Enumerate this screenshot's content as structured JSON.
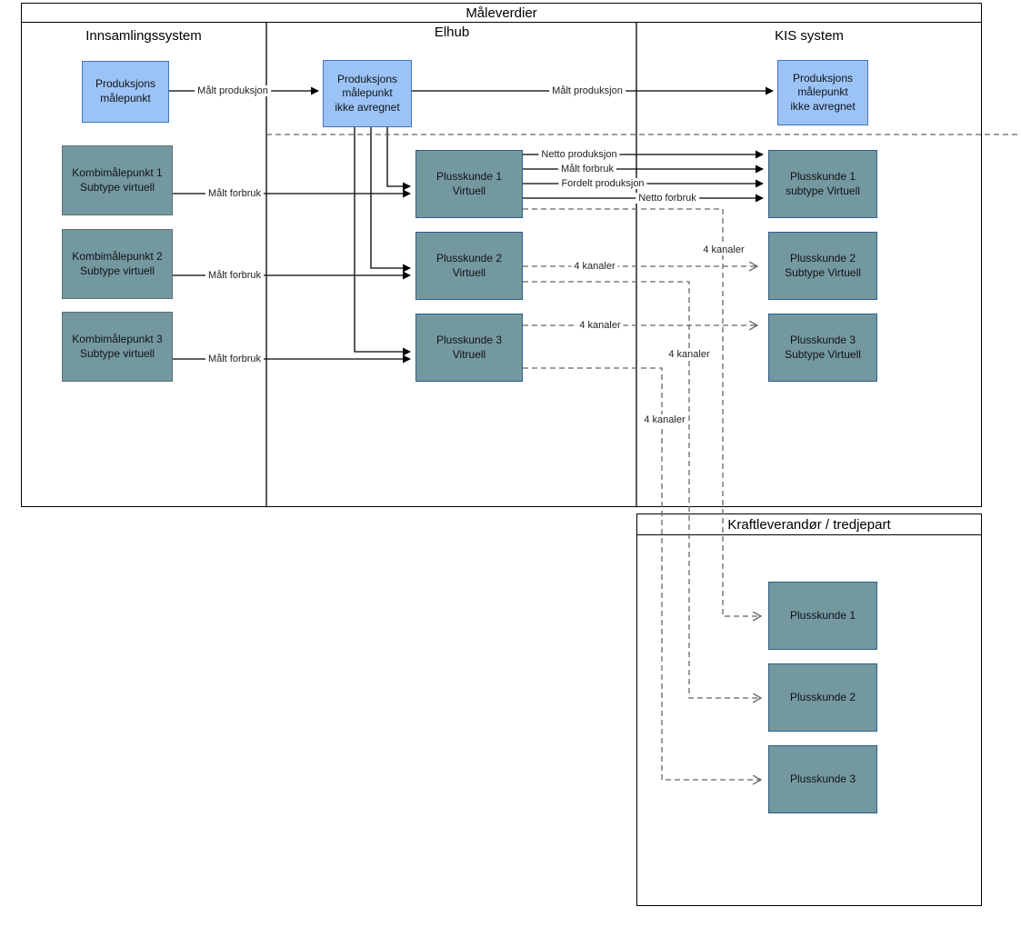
{
  "title": "Måleverdier",
  "panels": {
    "innsamling": "Innsamlingssystem",
    "elhub": "Elhub",
    "kis": "KIS system",
    "kraft": "Kraftleverandør / tredjepart"
  },
  "nodes": {
    "prod_collect": "Produksjons\nmålepunkt",
    "kombi1": "Kombimålepunkt 1\nSubtype virtuell",
    "kombi2": "Kombimålepunkt 2\nSubtype virtuell",
    "kombi3": "Kombimålepunkt 3\nSubtype virtuell",
    "prod_elhub": "Produksjons\nmålepunkt\nikke avregnet",
    "pluss1_elhub": "Plusskunde 1\nVirtuell",
    "pluss2_elhub": "Plusskunde 2\nVirtuell",
    "pluss3_elhub": "Plusskunde 3\nVitruell",
    "prod_kis": "Produksjons\nmålepunkt\nikke avregnet",
    "pluss1_kis": "Plusskunde 1\nsubtype Virtuell",
    "pluss2_kis": "Plusskunde 2\nSubtype Virtuell",
    "pluss3_kis": "Plusskunde 3\nSubtype Virtuell",
    "pluss1_kraft": "Plusskunde 1",
    "pluss2_kraft": "Plusskunde 2",
    "pluss3_kraft": "Plusskunde 3"
  },
  "edge_labels": {
    "malt_produksjon_1": "Målt produksjon",
    "malt_produksjon_2": "Målt produksjon",
    "malt_forbruk_1": "Målt forbruk",
    "malt_forbruk_2": "Målt forbruk",
    "malt_forbruk_3": "Målt forbruk",
    "netto_produksjon": "Netto produksjon",
    "malt_forbruk_p1": "Målt forbruk",
    "fordelt_produksjon": "Fordelt produksjon",
    "netto_forbruk": "Netto forbruk",
    "kanaler_p2_kis": "4 kanaler",
    "kanaler_p3_kis": "4 kanaler",
    "kanaler_p1_kraft": "4 kanaler",
    "kanaler_p2_kraft": "4 kanaler",
    "kanaler_p3_kraft": "4 kanaler"
  },
  "colors": {
    "light_blue_fill": "#9cc3f5",
    "light_blue_border": "#4472c4",
    "teal_fill": "#74989f",
    "teal_gray_border": "#5d6e73",
    "teal_blue_border": "#2c5d8f",
    "solid_line": "#000000",
    "dashed_line": "#666666"
  }
}
